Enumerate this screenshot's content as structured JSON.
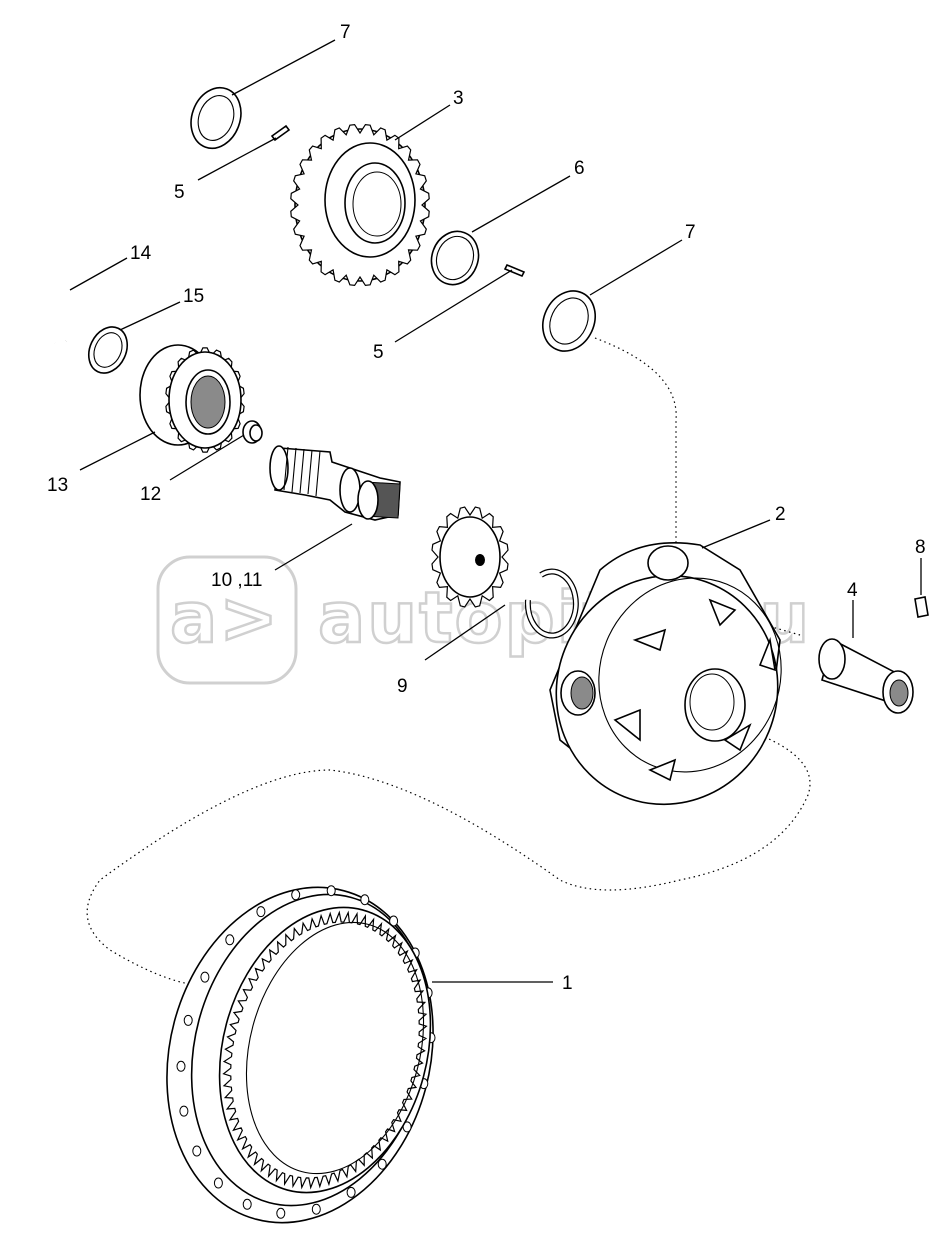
{
  "watermark": {
    "logo_glyph": "a>",
    "text": "autopiter.ru"
  },
  "callouts": [
    {
      "id": "c7a",
      "label": "7"
    },
    {
      "id": "c3",
      "label": "3"
    },
    {
      "id": "c5a",
      "label": "5"
    },
    {
      "id": "c6",
      "label": "6"
    },
    {
      "id": "c7b",
      "label": "7"
    },
    {
      "id": "c14",
      "label": "14"
    },
    {
      "id": "c15",
      "label": "15"
    },
    {
      "id": "c5b",
      "label": "5"
    },
    {
      "id": "c13",
      "label": "13"
    },
    {
      "id": "c12",
      "label": "12"
    },
    {
      "id": "c2",
      "label": "2"
    },
    {
      "id": "c8",
      "label": "8"
    },
    {
      "id": "c4",
      "label": "4"
    },
    {
      "id": "c1011",
      "label": "10 ,11"
    },
    {
      "id": "c9",
      "label": "9"
    },
    {
      "id": "c1",
      "label": "1"
    }
  ]
}
